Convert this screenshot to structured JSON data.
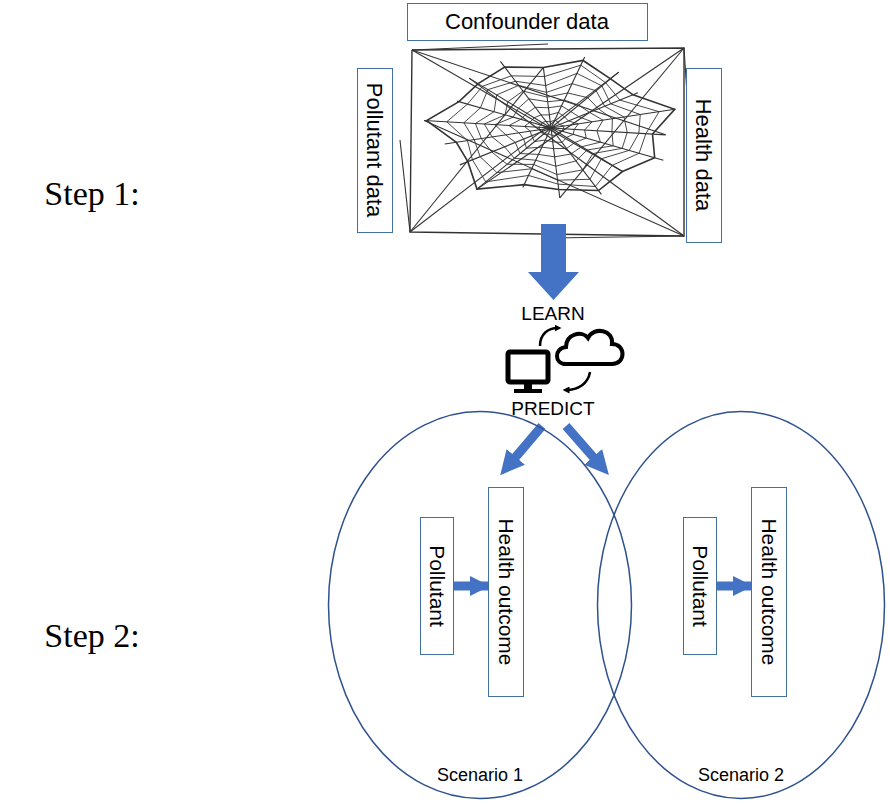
{
  "diagram": {
    "nodes": [
      {
        "text": [
          "Confounder data"
        ]
      },
      {
        "text": [
          "Pollutant data"
        ]
      },
      {
        "text": [
          "Health data"
        ]
      },
      {
        "text": [
          "Scenario 1"
        ]
      },
      {
        "text": [
          "Pollutant"
        ],
        "in": 3
      },
      {
        "text": [
          "Health outcome"
        ],
        "in": 3
      },
      {
        "text": [
          "Scenario 2"
        ]
      },
      {
        "text": [
          "Pollutant"
        ],
        "in": 6
      },
      {
        "text": [
          "Health outcome"
        ],
        "in": 6
      }
    ],
    "edges": [
      {
        "from": 4,
        "to": 5,
        "arrow": "to"
      },
      {
        "from": 7,
        "to": 8,
        "arrow": "to"
      }
    ],
    "labels": [
      "Step 1:",
      "LEARN",
      "PREDICT",
      "Step 2:"
    ]
  }
}
